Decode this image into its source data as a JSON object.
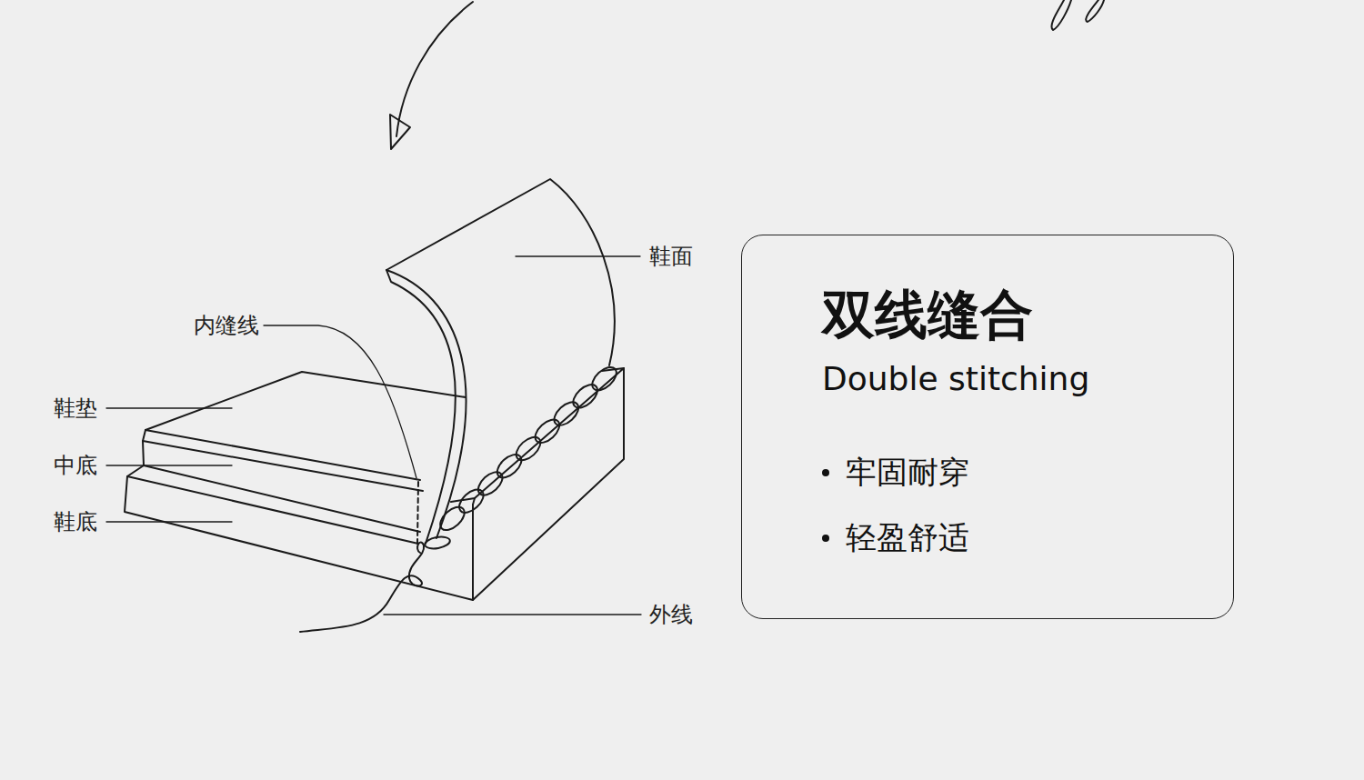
{
  "diagram": {
    "nodes": [
      {
        "text": [
          "双线缝合",
          "Double stitching",
          "牢固耐穿",
          "轻盈舒适"
        ]
      }
    ],
    "labels": [
      "鞋面",
      "内缝线",
      "鞋垫",
      "中底",
      "鞋底",
      "外线"
    ]
  }
}
